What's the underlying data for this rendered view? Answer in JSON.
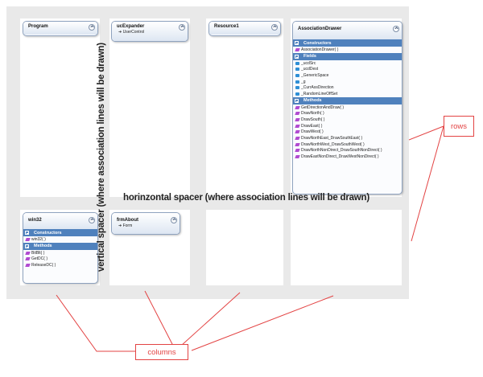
{
  "diagram": {
    "vertical_spacer_label": "vertical spacer (where association lines will be drawn)",
    "horizontal_spacer_label": "horinzontal spacer (where association lines will be drawn)",
    "rows_label": "rows",
    "columns_label": "columns",
    "accent_color": "#e34343",
    "section_color": "#4f81bd"
  },
  "classes": {
    "program": {
      "name": "Program"
    },
    "ucexpander": {
      "name": "ucExpander",
      "base": "➜ UserControl"
    },
    "resource1": {
      "name": "Resource1"
    },
    "association_drawer": {
      "name": "AssociationDrawer",
      "constructors_label": "Constructors",
      "constructors": [
        "AssociationDrawer( )"
      ],
      "fields_label": "Fields",
      "fields": [
        "_ucdSrc",
        "_ucdDest",
        "_GenericSpace",
        "_g",
        "_CurrAssDirection",
        "_RandomLineOffSet"
      ],
      "methods_label": "Methods",
      "methods": [
        "GetDirectionAndDraw( )",
        "DrawNorth( )",
        "DrawSouth( )",
        "DrawEast( )",
        "DrawWest( )",
        "DrawNorthEast_DrawSouthEast( )",
        "DrawNorthWest_DrawSouthWest( )",
        "DrawNorthNonDirect_DrawSouthNonDirect( )",
        "DrawEastNonDirect_DrawWestNonDirect( )"
      ]
    },
    "win32": {
      "name": "win32",
      "constructors_label": "Constructors",
      "constructors": [
        "win32( )"
      ],
      "methods_label": "Methods",
      "methods": [
        "BitBlt( )",
        "GetDC( )",
        "ReleaseDC( )"
      ]
    },
    "frmabout": {
      "name": "frmAbout",
      "base": "➜ Form"
    }
  }
}
